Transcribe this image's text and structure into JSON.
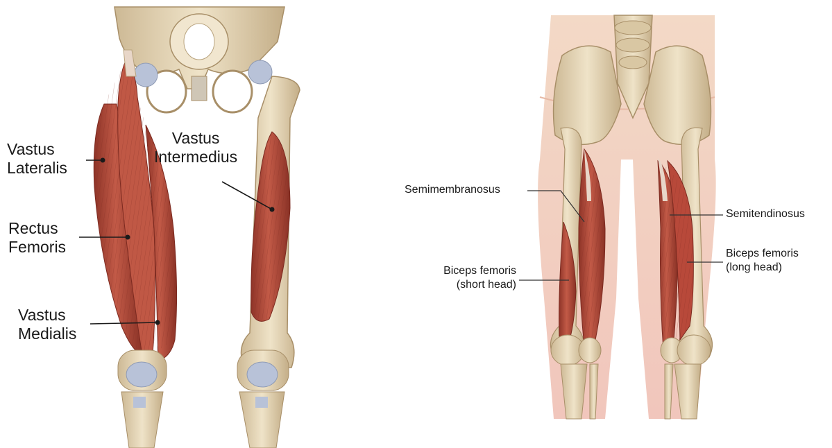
{
  "left_panel": {
    "labels": [
      {
        "id": "vastus-lateralis",
        "lines": [
          "Vastus",
          "Lateralis"
        ]
      },
      {
        "id": "rectus-femoris",
        "lines": [
          "Rectus",
          "Femoris"
        ]
      },
      {
        "id": "vastus-medialis",
        "lines": [
          "Vastus",
          "Medialis"
        ]
      },
      {
        "id": "vastus-intermedius",
        "lines": [
          "Vastus",
          "Intermedius"
        ]
      }
    ]
  },
  "right_panel": {
    "labels": [
      {
        "id": "semimembranosus",
        "lines": [
          "Semimembranosus"
        ]
      },
      {
        "id": "semitendinosus",
        "lines": [
          "Semitendinosus"
        ]
      },
      {
        "id": "biceps-femoris-short",
        "lines": [
          "Biceps femoris",
          "(short head)"
        ]
      },
      {
        "id": "biceps-femoris-long",
        "lines": [
          "Biceps femoris",
          "(long head)"
        ]
      }
    ]
  },
  "colors": {
    "bone": "#e6d7b8",
    "bone_shadow": "#b9a47f",
    "muscle": "#b24a3a",
    "muscle_dark": "#8e3428",
    "tendon": "#e8d6c8",
    "cartilage": "#b8c2d8",
    "skin": "#f0c8bd",
    "skin_upper": "#f1d2bd",
    "line": "#1a1a1a"
  }
}
